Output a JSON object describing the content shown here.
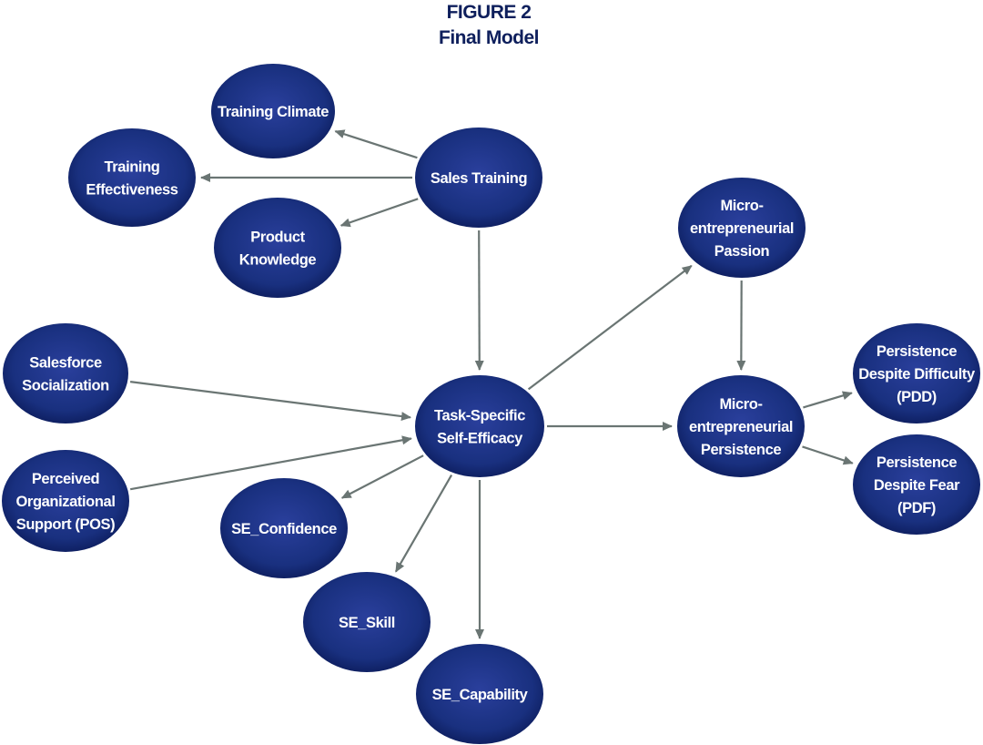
{
  "title": {
    "line1": "FIGURE 2",
    "line2": "Final Model"
  },
  "colors": {
    "node_center": "#2a3f9c",
    "node_mid": "#19307f",
    "node_edge": "#0b1a58",
    "node_text": "#ffffff",
    "arrow": "#6a7573",
    "title": "#0e1f5c"
  },
  "nodes": [
    {
      "id": "training-climate",
      "lines": [
        "Training Climate"
      ]
    },
    {
      "id": "sales-training",
      "lines": [
        "Sales Training"
      ]
    },
    {
      "id": "training-effectiveness",
      "lines": [
        "Training",
        "Effectiveness"
      ]
    },
    {
      "id": "product-knowledge",
      "lines": [
        "Product",
        "Knowledge"
      ]
    },
    {
      "id": "micro-passion",
      "lines": [
        "Micro-",
        "entrepreneurial",
        "Passion"
      ]
    },
    {
      "id": "salesforce-socialization",
      "lines": [
        "Salesforce",
        "Socialization"
      ]
    },
    {
      "id": "task-self-efficacy",
      "lines": [
        "Task-Specific",
        "Self-Efficacy"
      ]
    },
    {
      "id": "micro-persistence",
      "lines": [
        "Micro-",
        "entrepreneurial",
        "Persistence"
      ]
    },
    {
      "id": "pdd",
      "lines": [
        "Persistence",
        "Despite Difficulty",
        "(PDD)"
      ]
    },
    {
      "id": "pos",
      "lines": [
        "Perceived",
        "Organizational",
        "Support (POS)"
      ]
    },
    {
      "id": "se-confidence",
      "lines": [
        "SE_Confidence"
      ]
    },
    {
      "id": "pdf",
      "lines": [
        "Persistence",
        "Despite Fear",
        "(PDF)"
      ]
    },
    {
      "id": "se-skill",
      "lines": [
        "SE_Skill"
      ]
    },
    {
      "id": "se-capability",
      "lines": [
        "SE_Capability"
      ]
    }
  ],
  "edges": [
    {
      "from": "sales-training",
      "to": "training-climate"
    },
    {
      "from": "sales-training",
      "to": "training-effectiveness"
    },
    {
      "from": "sales-training",
      "to": "product-knowledge"
    },
    {
      "from": "sales-training",
      "to": "task-self-efficacy"
    },
    {
      "from": "salesforce-socialization",
      "to": "task-self-efficacy"
    },
    {
      "from": "pos",
      "to": "task-self-efficacy"
    },
    {
      "from": "task-self-efficacy",
      "to": "micro-passion"
    },
    {
      "from": "task-self-efficacy",
      "to": "micro-persistence"
    },
    {
      "from": "micro-passion",
      "to": "micro-persistence"
    },
    {
      "from": "micro-persistence",
      "to": "pdd"
    },
    {
      "from": "micro-persistence",
      "to": "pdf"
    },
    {
      "from": "task-self-efficacy",
      "to": "se-confidence"
    },
    {
      "from": "task-self-efficacy",
      "to": "se-skill"
    },
    {
      "from": "task-self-efficacy",
      "to": "se-capability"
    }
  ]
}
